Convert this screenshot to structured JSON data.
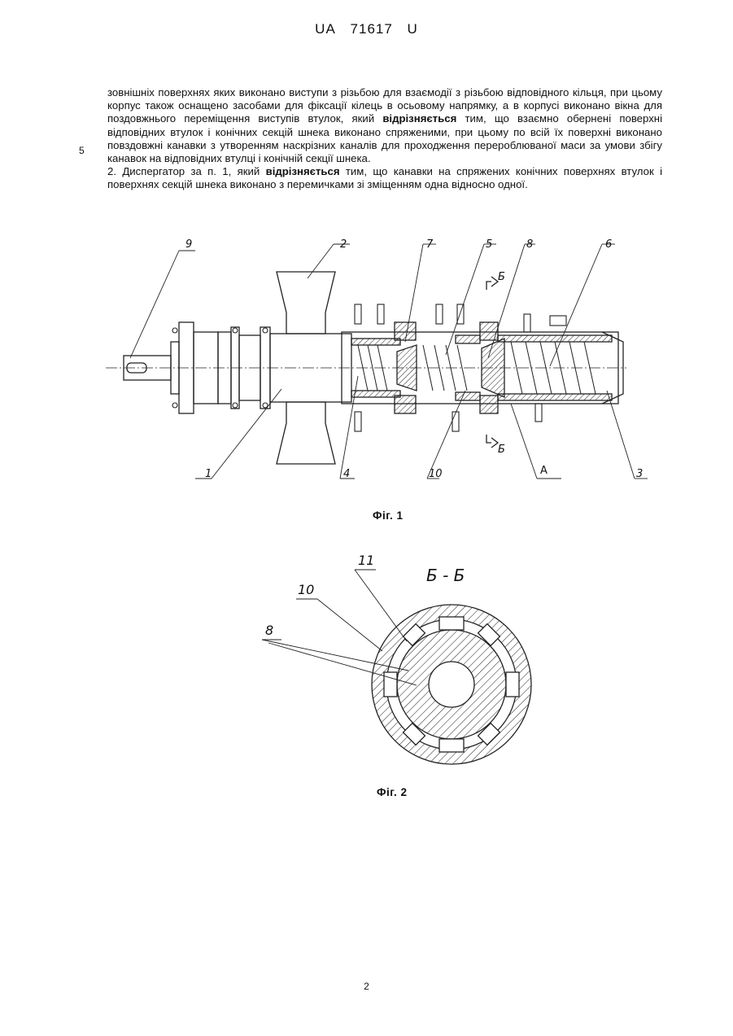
{
  "header": {
    "country": "UA",
    "number": "71617",
    "kind": "U"
  },
  "line_number": "5",
  "paragraphs": [
    {
      "part1": "зовнішніх поверхнях яких виконано виступи з різьбою для взаємодії з різьбою відповідного кільця, при цьому корпус також оснащено засобами для фіксації кілець в осьовому напрямку, а в корпусі виконано вікна для поздовжнього переміщення виступів втулок, який ",
      "bold": "відрізняється",
      "part2": " тим, що взаємно обернені поверхні відповідних втулок і конічних секцій шнека виконано спряженими, при цьому по всій їх поверхні виконано повздовжні канавки з утворенням наскрізних каналів для проходження перероблюваної маси за умови збігу канавок на відповідних втулці і конічній секції шнека."
    },
    {
      "part1": "2. Диспергатор за п. 1, який ",
      "bold": "відрізняється",
      "part2": " тим, що канавки на спряжених конічних поверхнях втулок і поверхнях секцій шнека виконано з перемичками зі зміщенням одна відносно одної."
    }
  ],
  "figure1": {
    "caption": "Фіг. 1",
    "labels": {
      "l9": "9",
      "l2": "2",
      "l7": "7",
      "l5": "5",
      "l8": "8",
      "l6": "6",
      "l1": "1",
      "l4": "4",
      "l10": "10",
      "lA": "А",
      "l3": "3",
      "sec_top": "Б",
      "sec_bot": "Б"
    }
  },
  "figure2": {
    "caption": "Фіг. 2",
    "section_title": "Б - Б",
    "labels": {
      "l11": "11",
      "l10": "10",
      "l8": "8"
    }
  },
  "page_number": "2"
}
